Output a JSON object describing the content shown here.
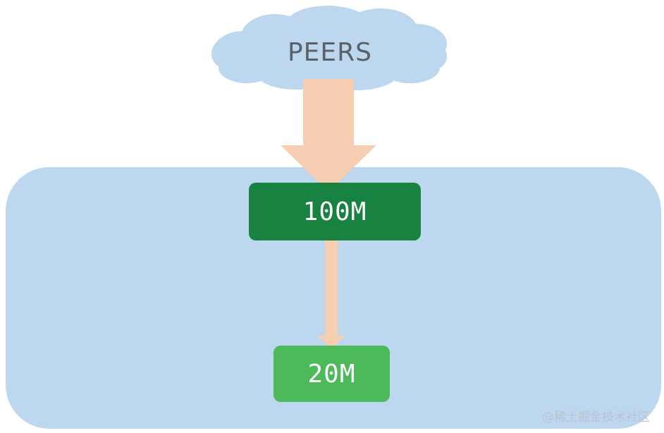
{
  "diagram": {
    "cloud_label": "PEERS",
    "top_box_label": "100M",
    "bottom_box_label": "20M",
    "watermark": "@稀土掘金技术社区",
    "colors": {
      "cloud": "#bdd7ee",
      "container": "#bdd7ee",
      "arrow": "#f7ceb1",
      "top_box": "#188241",
      "bottom_box": "#4cb95b",
      "cloud_text": "#5a6169"
    }
  }
}
